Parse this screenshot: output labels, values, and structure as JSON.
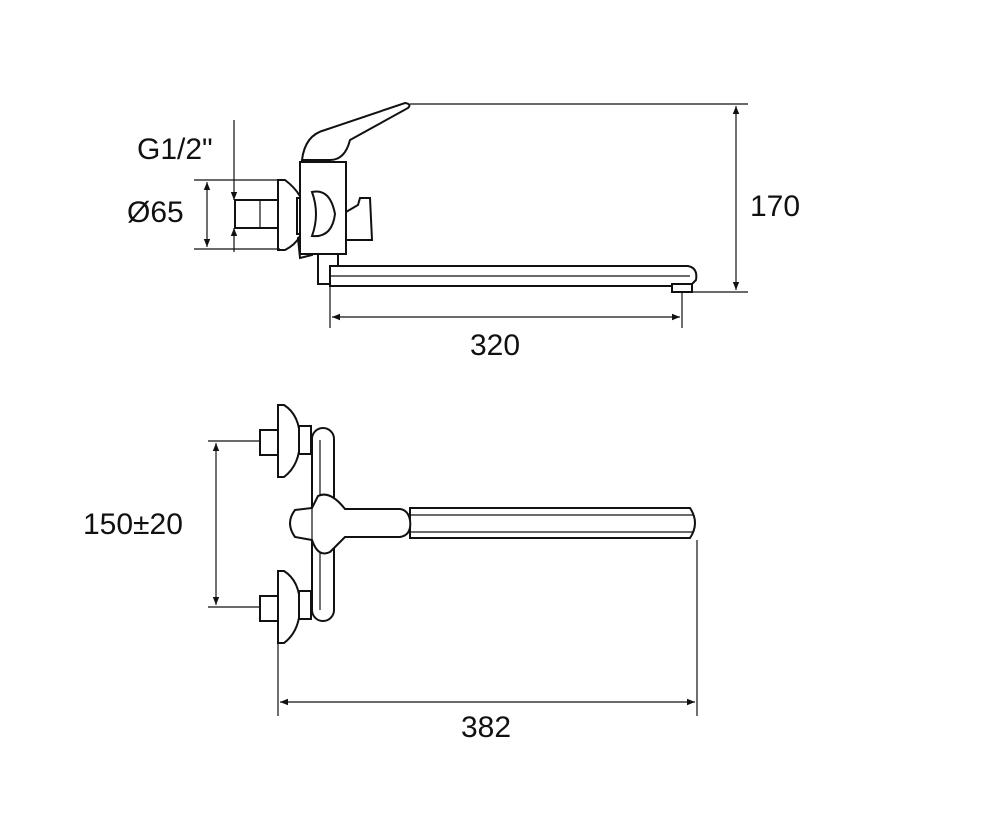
{
  "side_view": {
    "thread_label": "G1/2\"",
    "flange_diameter_label": "Ø65",
    "height_label": "170",
    "spout_reach_label": "320"
  },
  "top_view": {
    "inlet_spacing_label": "150±20",
    "total_length_label": "382"
  },
  "colors": {
    "line": "#111111",
    "background": "#ffffff"
  }
}
